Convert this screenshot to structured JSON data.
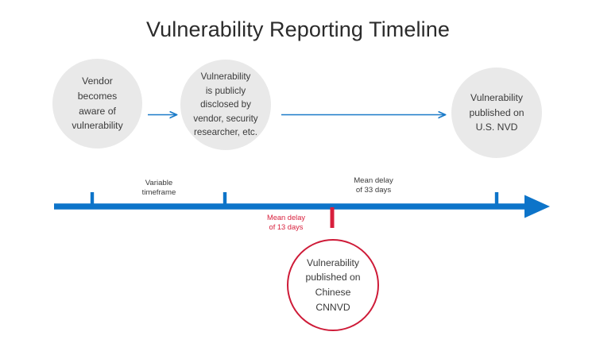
{
  "page": {
    "title": "Vulnerability Reporting Timeline",
    "background": "#ffffff"
  },
  "colors": {
    "accent_blue": "#0d74c9",
    "arrow_blue": "#1a7ac8",
    "accent_red": "#ce1b38",
    "label_red": "#d81f3c",
    "node_grey": "#e9e9e9",
    "text_dark": "#3a3a3a",
    "title_dark": "#2b2b2b"
  },
  "flow": {
    "nodes": [
      {
        "id": "vendor-aware",
        "style": "grey",
        "lines": [
          "Vendor",
          "becomes",
          "aware of",
          "vulnerability"
        ]
      },
      {
        "id": "public-disclosure",
        "style": "grey",
        "lines": [
          "Vulnerability",
          "is publicly",
          "disclosed by",
          "vendor, security",
          "researcher, etc."
        ]
      },
      {
        "id": "us-nvd",
        "style": "grey",
        "lines": [
          "Vulnerability",
          "published on",
          "U.S. NVD"
        ]
      }
    ],
    "connectors": [
      {
        "id": "arrow-vendor-to-disclosure",
        "icon": "arrow-right-icon"
      },
      {
        "id": "arrow-disclosure-to-nvd",
        "icon": "arrow-right-icon"
      }
    ]
  },
  "timeline": {
    "axis_icon": "timeline-arrow-icon",
    "ticks": [
      {
        "id": "tick-1",
        "color": "#0d74c9",
        "direction": "up"
      },
      {
        "id": "tick-2",
        "color": "#0d74c9",
        "direction": "up"
      },
      {
        "id": "tick-cnnvd",
        "color": "#ce1b38",
        "direction": "down"
      },
      {
        "id": "tick-3",
        "color": "#0d74c9",
        "direction": "up"
      }
    ],
    "labels": [
      {
        "id": "variable-timeframe",
        "color": "dark",
        "lines": [
          "Variable",
          "timeframe"
        ]
      },
      {
        "id": "mean-delay-33",
        "color": "dark",
        "lines": [
          "Mean delay",
          "of 33 days"
        ]
      },
      {
        "id": "mean-delay-13",
        "color": "red",
        "lines": [
          "Mean delay",
          "of 13 days"
        ]
      }
    ],
    "callout": {
      "id": "cnnvd",
      "style": "red",
      "lines": [
        "Vulnerability",
        "published on",
        "Chinese",
        "CNNVD"
      ]
    }
  }
}
